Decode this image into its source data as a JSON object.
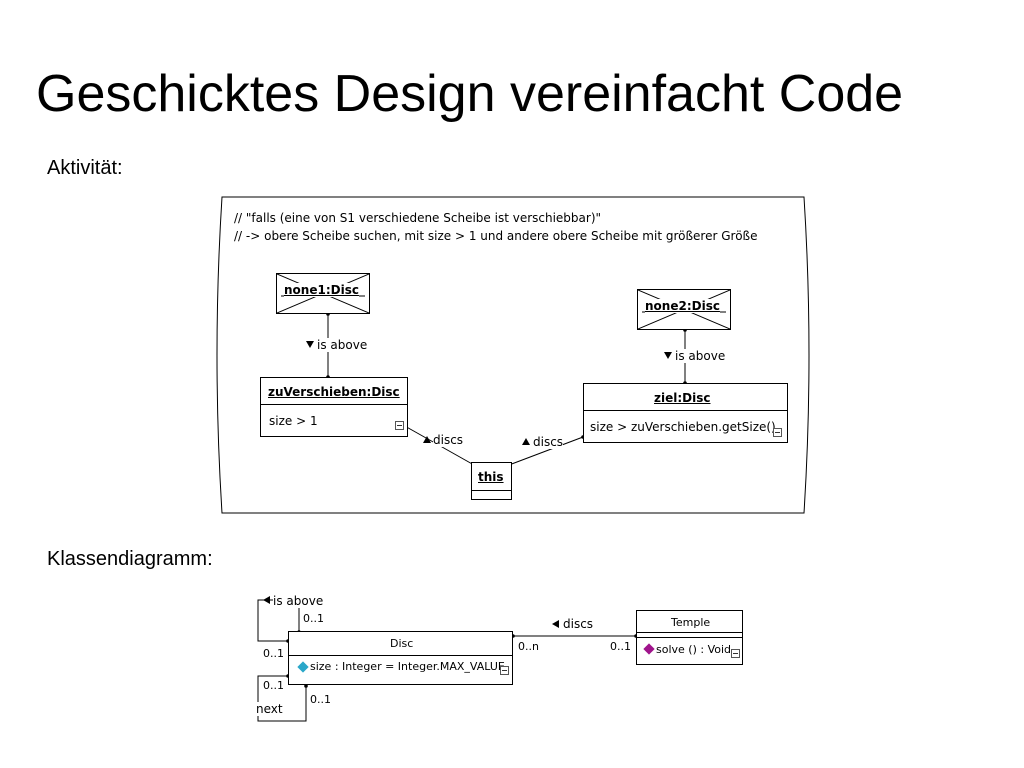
{
  "title": "Geschicktes Design vereinfacht Code",
  "activity": {
    "heading": "Aktivität:",
    "comment_line1": "// \"falls (eine von S1 verschiedene Scheibe ist verschiebbar)\"",
    "comment_line2": "//     -> obere Scheibe suchen, mit size > 1 und andere obere Scheibe mit größerer Größe",
    "none1": "none1:Disc",
    "none2": "none2:Disc",
    "zuVerschieben": {
      "name": "zuVerschieben:Disc",
      "attr": "size > 1"
    },
    "ziel": {
      "name": "ziel:Disc",
      "attr": "size > zuVerschieben.getSize()"
    },
    "this_label": "this",
    "is_above_left": "is above",
    "is_above_right": "is above",
    "discs_left": "discs",
    "discs_right": "discs"
  },
  "class_diagram": {
    "heading": "Klassendiagramm:",
    "disc": {
      "name": "Disc",
      "attr": "size : Integer = Integer.MAX_VALUE",
      "attr_icon": "attribute-icon"
    },
    "temple": {
      "name": "Temple",
      "method": "solve () : Void",
      "method_icon": "method-icon"
    },
    "is_above": "is above",
    "next": "next",
    "mult_top": "0..1",
    "mult_left": "0..1",
    "mult_next_top": "0..1",
    "mult_next_right": "0..1",
    "mult_discs_disc": "0..n",
    "mult_discs_temple": "0..1",
    "discs": "discs"
  },
  "colors": {
    "attribute_icon": "#2aa7c9",
    "method_icon": "#a0148c"
  }
}
